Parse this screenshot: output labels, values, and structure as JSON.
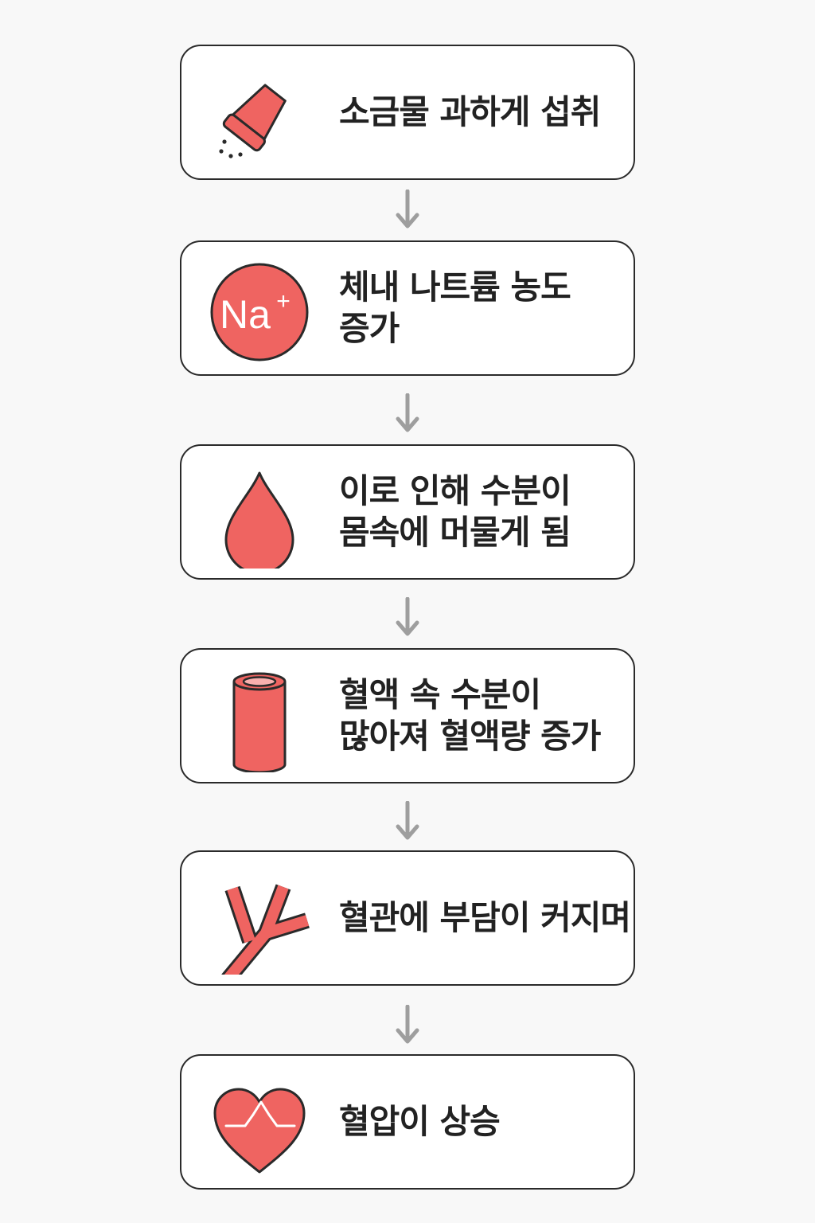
{
  "colors": {
    "accent": "#ef6461",
    "outline": "#2a2a2a",
    "arrow": "#9e9e9e",
    "text": "#222222"
  },
  "steps": [
    {
      "icon": "salt-shaker-icon",
      "label": "소금물 과하게 섭취"
    },
    {
      "icon": "sodium-ion-icon",
      "icon_text": "Na",
      "icon_sup": "+",
      "label": "체내 나트륨 농도\n증가"
    },
    {
      "icon": "water-drop-icon",
      "label": "이로 인해 수분이\n몸속에 머물게 됨"
    },
    {
      "icon": "blood-vessel-cylinder-icon",
      "label": "혈액 속 수분이\n많아져 혈액량 증가"
    },
    {
      "icon": "branching-vessel-icon",
      "label": "혈관에 부담이 커지며"
    },
    {
      "icon": "heart-pulse-icon",
      "label": "혈압이 상승"
    }
  ]
}
